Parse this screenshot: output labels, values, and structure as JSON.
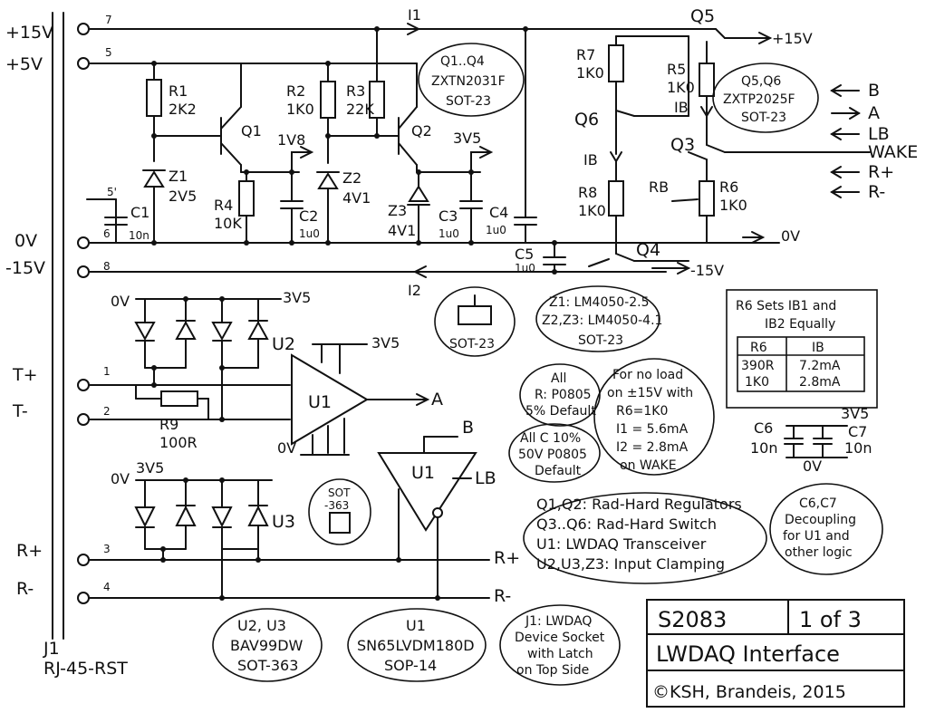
{
  "connector": {
    "designator": "J1",
    "part": "RJ-45-RST",
    "pins": [
      {
        "label": "+15V",
        "pin": "7"
      },
      {
        "label": "+5V",
        "pin": "5"
      },
      {
        "label": "0V",
        "pin": "6"
      },
      {
        "label": "-15V",
        "pin": "8"
      },
      {
        "label": "T+",
        "pin": "1"
      },
      {
        "label": "T-",
        "pin": "2"
      },
      {
        "label": "R+",
        "pin": "3"
      },
      {
        "label": "R-",
        "pin": "4"
      }
    ]
  },
  "nets": {
    "i1": "I1",
    "i2": "I2",
    "v1v8": "1V8",
    "v3v5": "3V5",
    "v3v5b": "3V5",
    "v3v5c": "3V5",
    "v3v5d": "3V5",
    "v3v5e": "3V5",
    "v3v5f": "3V5",
    "ov_right": "0V",
    "ov_u2": "0V",
    "ov_u1": "0V",
    "ov_u3": "0V",
    "ov_c6": "0V",
    "p15_q5": "+15V",
    "m15_q4": "-15V",
    "rp_out": "R+",
    "rm_out": "R-",
    "a_out": "A",
    "b_in": "B",
    "lb_out": "LB",
    "pin5": "5'"
  },
  "components": {
    "r1": {
      "name": "R1",
      "value": "2K2"
    },
    "r2": {
      "name": "R2",
      "value": "1K0"
    },
    "r3": {
      "name": "R3",
      "value": "22K"
    },
    "r4": {
      "name": "R4",
      "value": "10K"
    },
    "r5": {
      "name": "R5",
      "value": "1K0"
    },
    "r6": {
      "name": "R6",
      "value": "1K0"
    },
    "r7": {
      "name": "R7",
      "value": "1K0"
    },
    "r8": {
      "name": "R8",
      "value": "1K0"
    },
    "r9": {
      "name": "R9",
      "value": "100R"
    },
    "c1": {
      "name": "C1",
      "value": "10n"
    },
    "c2": {
      "name": "C2",
      "value": "1u0"
    },
    "c3": {
      "name": "C3",
      "value": "1u0"
    },
    "c4": {
      "name": "C4",
      "value": "1u0"
    },
    "c5": {
      "name": "C5",
      "value": "1u0"
    },
    "c6": {
      "name": "C6",
      "value": "10n"
    },
    "c7": {
      "name": "C7",
      "value": "10n"
    },
    "z1": {
      "name": "Z1",
      "value": "2V5"
    },
    "z2": {
      "name": "Z2",
      "value": "4V1"
    },
    "z3": {
      "name": "Z3",
      "value": "4V1"
    },
    "q1": "Q1",
    "q2": "Q2",
    "q3": "Q3",
    "q4": "Q4",
    "q5": "Q5",
    "q6": "Q6",
    "u1": "U1",
    "u1b": "U1",
    "u2": "U2",
    "u3": "U3",
    "rb": "RB",
    "ib": "IB",
    "ib2": "IB"
  },
  "signals_right": [
    "B",
    "A",
    "LB",
    "WAKE",
    "R+",
    "R-"
  ],
  "clouds": {
    "q1q4": [
      "Q1..Q4",
      "ZXTN2031F",
      "SOT-23"
    ],
    "q5q6": [
      "Q5,Q6",
      "ZXTP2025F",
      "SOT-23"
    ],
    "sot23": "SOT-23",
    "zener": [
      "Z1: LM4050-2.5",
      "Z2,Z3: LM4050-4.1",
      "SOT-23"
    ],
    "resist": [
      "All",
      "R: P0805",
      "5% Default"
    ],
    "caps": [
      "All C 10%",
      "50V P0805",
      "Default"
    ],
    "sot363": [
      "SOT",
      "-363"
    ],
    "u2u3": [
      "U2, U3",
      "BAV99DW",
      "SOT-363"
    ],
    "u1part": [
      "U1",
      "SN65LVDM180D",
      "SOP-14"
    ],
    "j1note": [
      "J1: LWDAQ",
      "Device Socket",
      "with Latch",
      "on Top Side"
    ],
    "decoup": [
      "C6,C7",
      "Decoupling",
      "for U1 and",
      "other logic"
    ]
  },
  "noload_note": [
    "For no load",
    "on ±15V with",
    "R6=1K0",
    "I1 = 5.6mA",
    "I2 = 2.8mA",
    "on WAKE"
  ],
  "roles_note": [
    "Q1,Q2: Rad-Hard Regulators",
    "Q3..Q6: Rad-Hard Switch",
    "U1: LWDAQ Transceiver",
    "U2,U3,Z3: Input Clamping"
  ],
  "r6_table": {
    "heading": [
      "R6 Sets IB1 and",
      "IB2 Equally"
    ],
    "columns": [
      "R6",
      "IB"
    ],
    "rows": [
      [
        "390R",
        "7.2mA"
      ],
      [
        "1K0",
        "2.8mA"
      ]
    ]
  },
  "title_block": {
    "drawing": "S2083",
    "sheet": "1 of 3",
    "title": "LWDAQ Interface",
    "author": "©KSH, Brandeis, 2015"
  }
}
